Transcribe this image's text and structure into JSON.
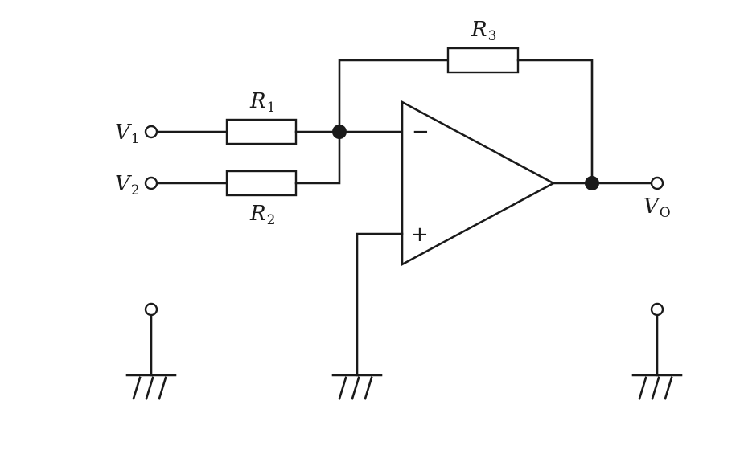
{
  "diagram": {
    "type": "op-amp summing amplifier schematic",
    "color": "#1a1a1a",
    "labels": {
      "v1": {
        "main": "V",
        "sub": "1"
      },
      "v2": {
        "main": "V",
        "sub": "2"
      },
      "vo": {
        "main": "V",
        "sub": "O"
      },
      "r1": {
        "main": "R",
        "sub": "1"
      },
      "r2": {
        "main": "R",
        "sub": "2"
      },
      "r3": {
        "main": "R",
        "sub": "3"
      }
    },
    "opamp": {
      "inverting": "−",
      "noninverting": "+"
    }
  }
}
